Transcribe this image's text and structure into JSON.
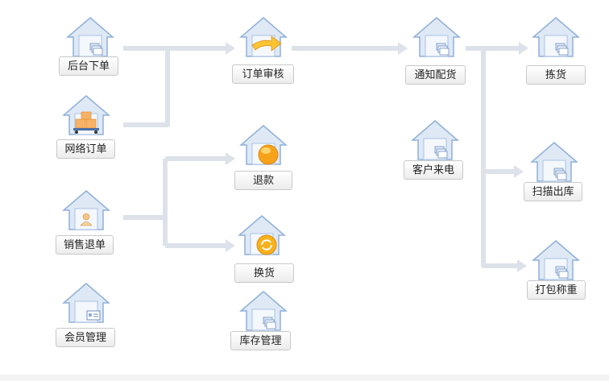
{
  "nodes": {
    "backend_order": {
      "label": "后台下单",
      "icon": "documents-icon"
    },
    "online_order": {
      "label": "网络订单",
      "icon": "boxes-cart-icon"
    },
    "sales_return": {
      "label": "销售退单",
      "icon": "user-icon"
    },
    "member_mgmt": {
      "label": "会员管理",
      "icon": "member-card-icon"
    },
    "order_review": {
      "label": "订单审核",
      "icon": "arrow-icon"
    },
    "refund": {
      "label": "退款",
      "icon": "orange-ball-icon"
    },
    "exchange": {
      "label": "换货",
      "icon": "refresh-icon"
    },
    "inventory_mgmt": {
      "label": "库存管理",
      "icon": "documents-icon"
    },
    "notify_dispatch": {
      "label": "通知配货",
      "icon": "documents-icon"
    },
    "customer_call": {
      "label": "客户来电",
      "icon": "documents-icon"
    },
    "picking": {
      "label": "拣货",
      "icon": "documents-icon"
    },
    "scan_outbound": {
      "label": "扫描出库",
      "icon": "documents-icon"
    },
    "pack_weigh": {
      "label": "打包称重",
      "icon": "documents-icon"
    }
  },
  "colors": {
    "connector": "#dde2ea",
    "house_stroke": "#8fb0d8",
    "house_fill": "#e6eef8"
  }
}
